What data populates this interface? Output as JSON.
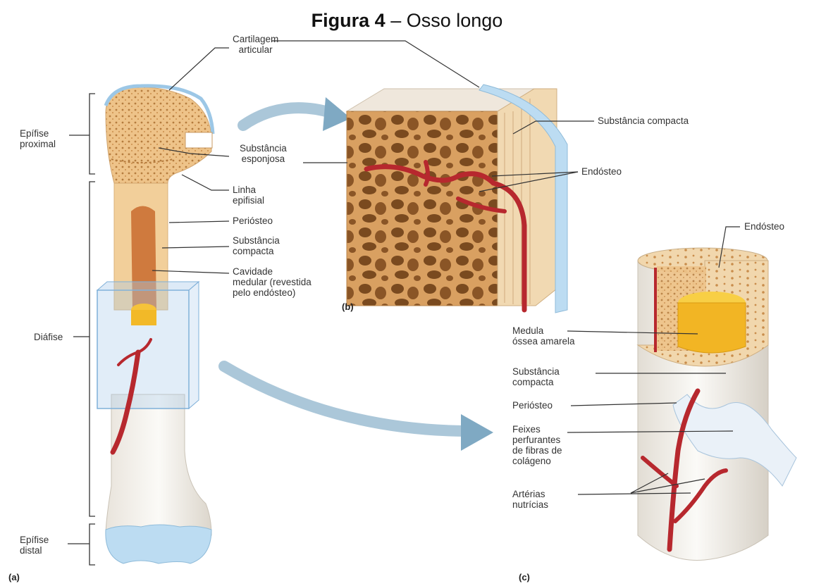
{
  "title": {
    "bold": "Figura 4",
    "rest": "– Osso longo"
  },
  "labels": {
    "cartilagem_1": "Cartilagem",
    "cartilagem_2": "articular",
    "epifise_prox_1": "Epífise",
    "epifise_prox_2": "proximal",
    "diafise": "Diáfise",
    "epifise_distal_1": "Epífise",
    "epifise_distal_2": "distal",
    "esponjosa_1": "Substância",
    "esponjosa_2": "esponjosa",
    "linha_1": "Linha",
    "linha_2": "epifisial",
    "periosteo_a": "Periósteo",
    "compacta_a_1": "Substância",
    "compacta_a_2": "compacta",
    "cavidade_1": "Cavidade",
    "cavidade_2": "medular (revestida",
    "cavidade_3": "pelo endósteo)",
    "compacta_b": "Substância compacta",
    "endosteo_b": "Endósteo",
    "endosteo_c": "Endósteo",
    "medula_1": "Medula",
    "medula_2": "óssea amarela",
    "compacta_c_1": "Substância",
    "compacta_c_2": "compacta",
    "periosteo_c": "Periósteo",
    "feixes_1": "Feixes",
    "feixes_2": "perfurantes",
    "feixes_3": "de fibras de",
    "feixes_4": "colágeno",
    "arterias_1": "Artérias",
    "arterias_2": "nutrícias"
  },
  "panels": {
    "a": "(a)",
    "b": "(b)",
    "c": "(c)"
  },
  "colors": {
    "bone": "#f2cf9a",
    "spongy": "#e8b57c",
    "marrow_yellow": "#f7c531",
    "artery": "#b7282e",
    "cartilage": "#bcdcf2",
    "arrow": "#7fa9c3"
  }
}
